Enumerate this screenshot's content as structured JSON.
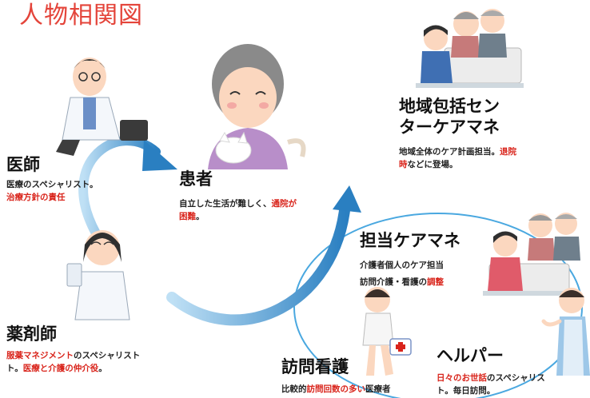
{
  "title": "人物相関図",
  "doctor": {
    "name": "医師",
    "desc_1": "医療のスペシャリスト。",
    "desc_2_red": "治療方針の責任"
  },
  "patient": {
    "name": "患者",
    "desc_1": "自立した生活が難しく、",
    "desc_1_red": "通院が",
    "desc_2_red": "困難",
    "desc_2_end": "。"
  },
  "community_center": {
    "name_line1": "地域包括セン",
    "name_line2": "ターケアマネ",
    "desc_1": "地域全体のケア計画担当。",
    "desc_1_red": "退院",
    "desc_2_red": "時",
    "desc_2_end": "などに登場。"
  },
  "care_manager": {
    "name": "担当ケアマネ",
    "desc_1": "介護者個人のケア担当",
    "desc_2": "訪問介護・看護の",
    "desc_2_red": "調整"
  },
  "pharmacist": {
    "name": "薬剤師",
    "desc_1_red": "服薬マネジメント",
    "desc_1_end": "のスペシャリスト",
    "desc_2": "ト。",
    "desc_2_red": "医療と介護の仲介役",
    "desc_2_end": "。"
  },
  "visiting_nurse": {
    "name": "訪問看護",
    "desc_1": "比較的",
    "desc_1_red": "訪問回数の多い",
    "desc_1_end": "医療者"
  },
  "helper": {
    "name": "ヘルパー",
    "desc_1_red": "日々のお世話",
    "desc_1_end": "のスペシャリス",
    "desc_2": "ト。毎日訪問。"
  },
  "colors": {
    "title_red": "#e4443a",
    "accent_red": "#d9241b",
    "arrow_blue": "#2a7fc1",
    "ellipse_blue": "#4aa8e0"
  }
}
